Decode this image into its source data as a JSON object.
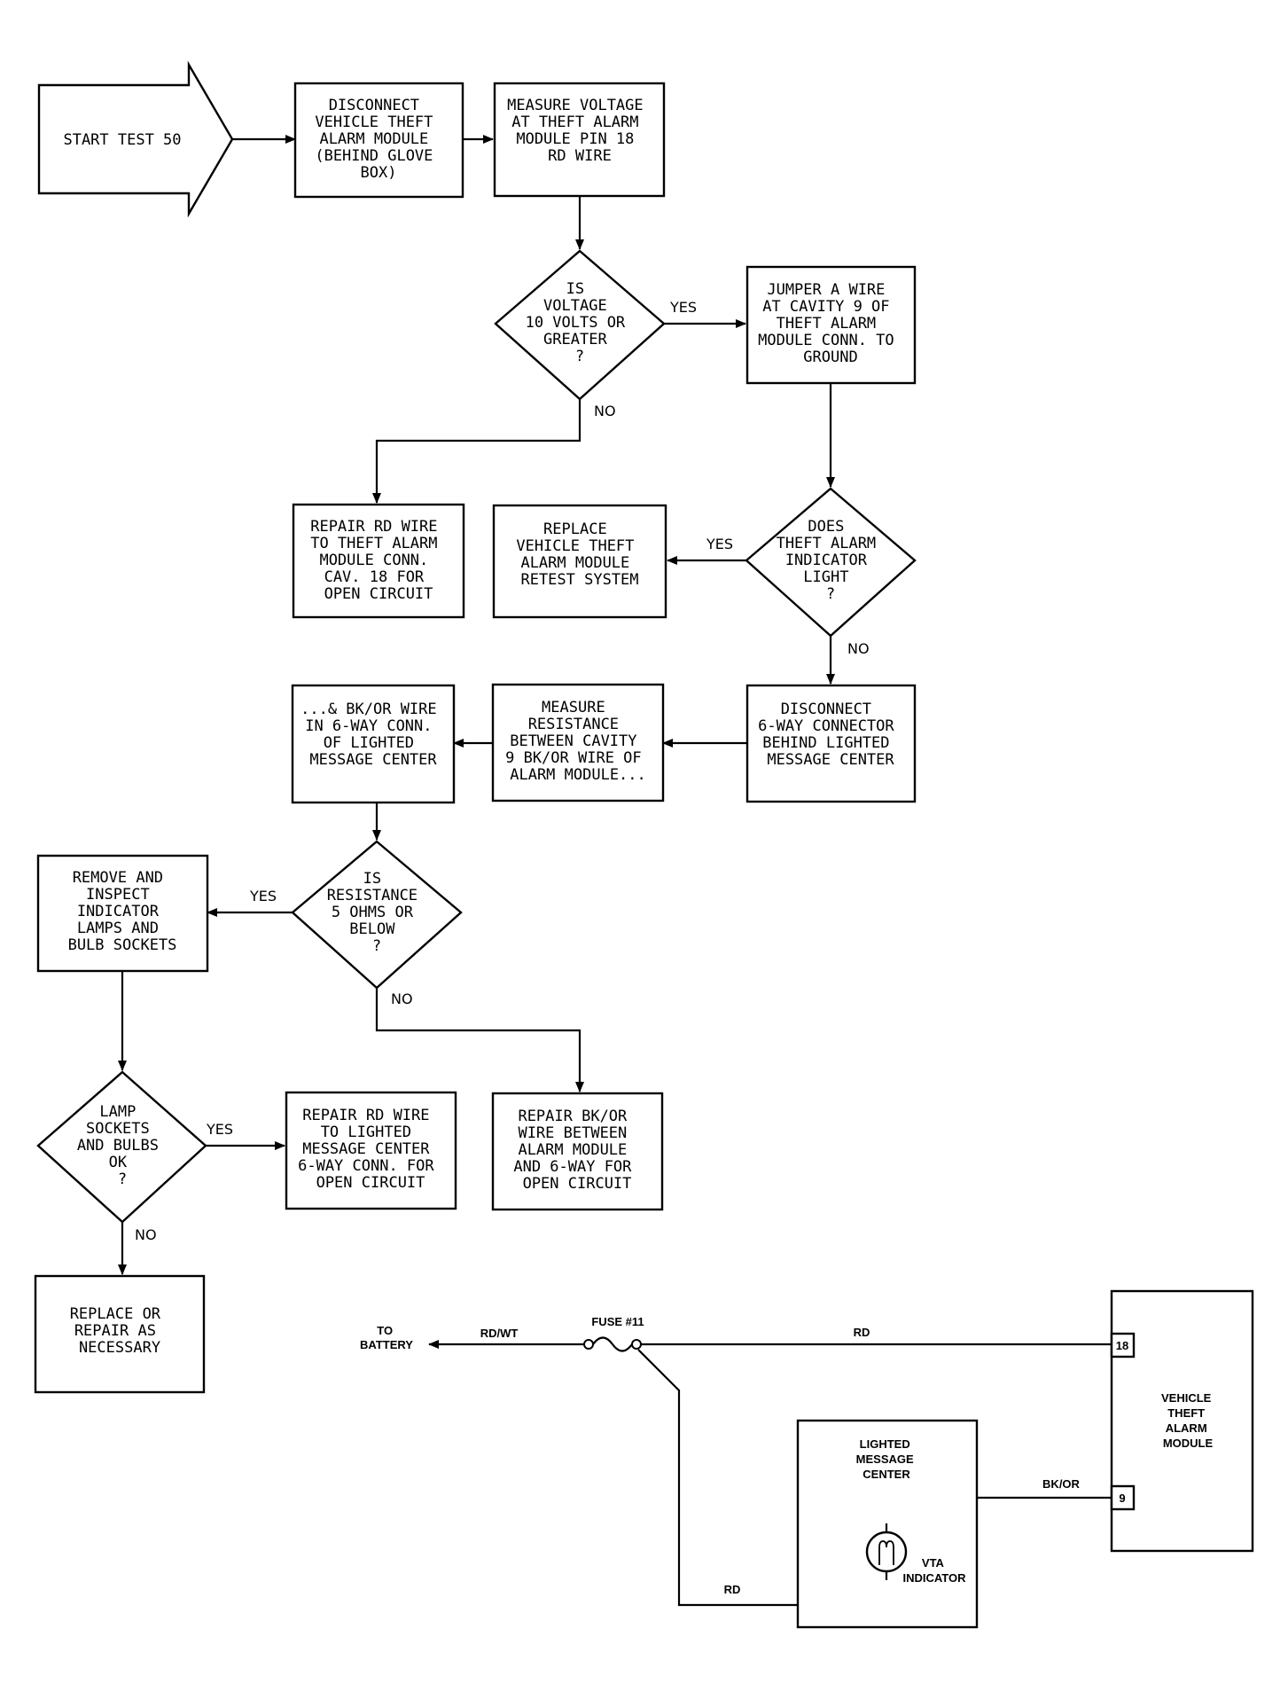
{
  "flowchart": {
    "start": "START TEST 50",
    "disconnect_module": [
      "DISCONNECT",
      "VEHICLE THEFT",
      "ALARM MODULE",
      "(BEHIND GLOVE",
      "BOX)"
    ],
    "measure_voltage": [
      "MEASURE VOLTAGE",
      "AT THEFT ALARM",
      "MODULE PIN 18",
      "RD WIRE"
    ],
    "is_voltage": [
      "IS",
      "VOLTAGE",
      "10 VOLTS OR",
      "GREATER",
      "?"
    ],
    "jumper_wire": [
      "JUMPER A WIRE",
      "AT CAVITY 9 OF",
      "THEFT ALARM",
      "MODULE CONN. TO",
      "GROUND"
    ],
    "repair_rd_wire": [
      "REPAIR RD WIRE",
      "TO THEFT ALARM",
      "MODULE CONN.",
      "CAV. 18 FOR",
      "OPEN CIRCUIT"
    ],
    "replace_module": [
      "REPLACE",
      "VEHICLE THEFT",
      "ALARM MODULE",
      "RETEST SYSTEM"
    ],
    "does_light": [
      "DOES",
      "THEFT ALARM",
      "INDICATOR",
      "LIGHT",
      "?"
    ],
    "disconnect_6way": [
      "DISCONNECT",
      "6-WAY CONNECTOR",
      "BEHIND LIGHTED",
      "MESSAGE CENTER"
    ],
    "measure_resistance": [
      "MEASURE",
      "RESISTANCE",
      "BETWEEN CAVITY",
      "9 BK/OR WIRE OF",
      "ALARM MODULE..."
    ],
    "bk_or_wire": [
      "...& BK/OR WIRE",
      "IN 6-WAY CONN.",
      "OF LIGHTED",
      "MESSAGE CENTER"
    ],
    "is_resistance": [
      "IS",
      "RESISTANCE",
      "5 OHMS OR",
      "BELOW",
      "?"
    ],
    "remove_inspect": [
      "REMOVE AND",
      "INSPECT",
      "INDICATOR",
      "LAMPS AND",
      "BULB SOCKETS"
    ],
    "lamp_sockets": [
      "LAMP",
      "SOCKETS",
      "AND BULBS",
      "OK",
      "?"
    ],
    "repair_rd_lighted": [
      "REPAIR RD WIRE",
      "TO LIGHTED",
      "MESSAGE CENTER",
      "6-WAY CONN. FOR",
      "OPEN CIRCUIT"
    ],
    "repair_bk_or": [
      "REPAIR BK/OR",
      "WIRE BETWEEN",
      "ALARM MODULE",
      "AND 6-WAY FOR",
      "OPEN CIRCUIT"
    ],
    "replace_repair": [
      "REPLACE OR",
      "REPAIR AS",
      "NECESSARY"
    ],
    "yes": "YES",
    "no": "NO"
  },
  "wiring": {
    "to_battery": [
      "TO",
      "BATTERY"
    ],
    "rd_wt": "RD/WT",
    "fuse": "FUSE #11",
    "rd": "RD",
    "bk_or": "BK/OR",
    "pin_18": "18",
    "pin_9": "9",
    "lighted_center": [
      "LIGHTED",
      "MESSAGE",
      "CENTER"
    ],
    "vta_indicator": [
      "VTA",
      "INDICATOR"
    ],
    "module": [
      "VEHICLE",
      "THEFT",
      "ALARM",
      "MODULE"
    ]
  }
}
